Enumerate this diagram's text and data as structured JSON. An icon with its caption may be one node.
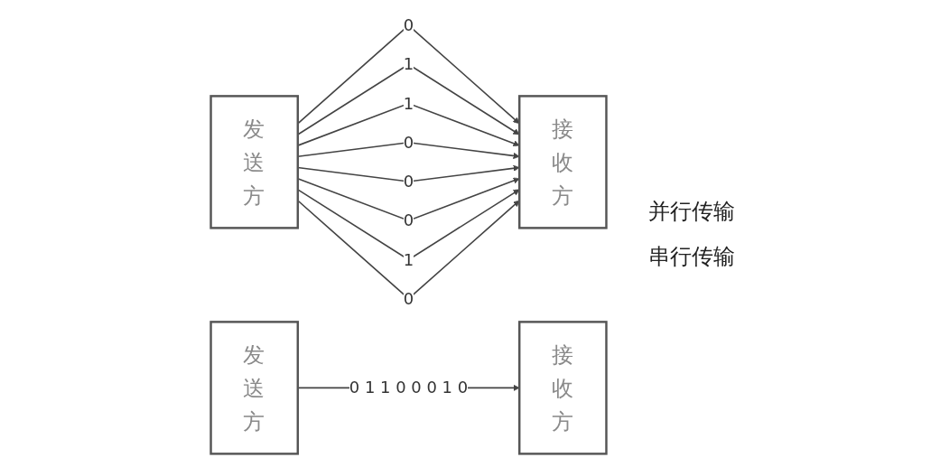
{
  "diagram": {
    "nodes": [
      {
        "text": [
          "发送方"
        ]
      },
      {
        "text": [
          "接收方"
        ]
      },
      {
        "text": [
          "发送方"
        ]
      },
      {
        "text": [
          "接收方"
        ]
      }
    ],
    "edges": [
      {
        "from": 0,
        "to": 1,
        "arrow": "to",
        "label": "0"
      },
      {
        "from": 0,
        "to": 1,
        "arrow": "to",
        "label": "1"
      },
      {
        "from": 0,
        "to": 1,
        "arrow": "to",
        "label": "1"
      },
      {
        "from": 0,
        "to": 1,
        "arrow": "to",
        "label": "0"
      },
      {
        "from": 0,
        "to": 1,
        "arrow": "to",
        "label": "0"
      },
      {
        "from": 0,
        "to": 1,
        "arrow": "to",
        "label": "0"
      },
      {
        "from": 0,
        "to": 1,
        "arrow": "to",
        "label": "1"
      },
      {
        "from": 0,
        "to": 1,
        "arrow": "to",
        "label": "0"
      },
      {
        "from": 2,
        "to": 3,
        "arrow": "to",
        "label": "0 1 1 0 0 0 1 0"
      }
    ],
    "labels": [
      "并行传输",
      "串行传输"
    ]
  }
}
